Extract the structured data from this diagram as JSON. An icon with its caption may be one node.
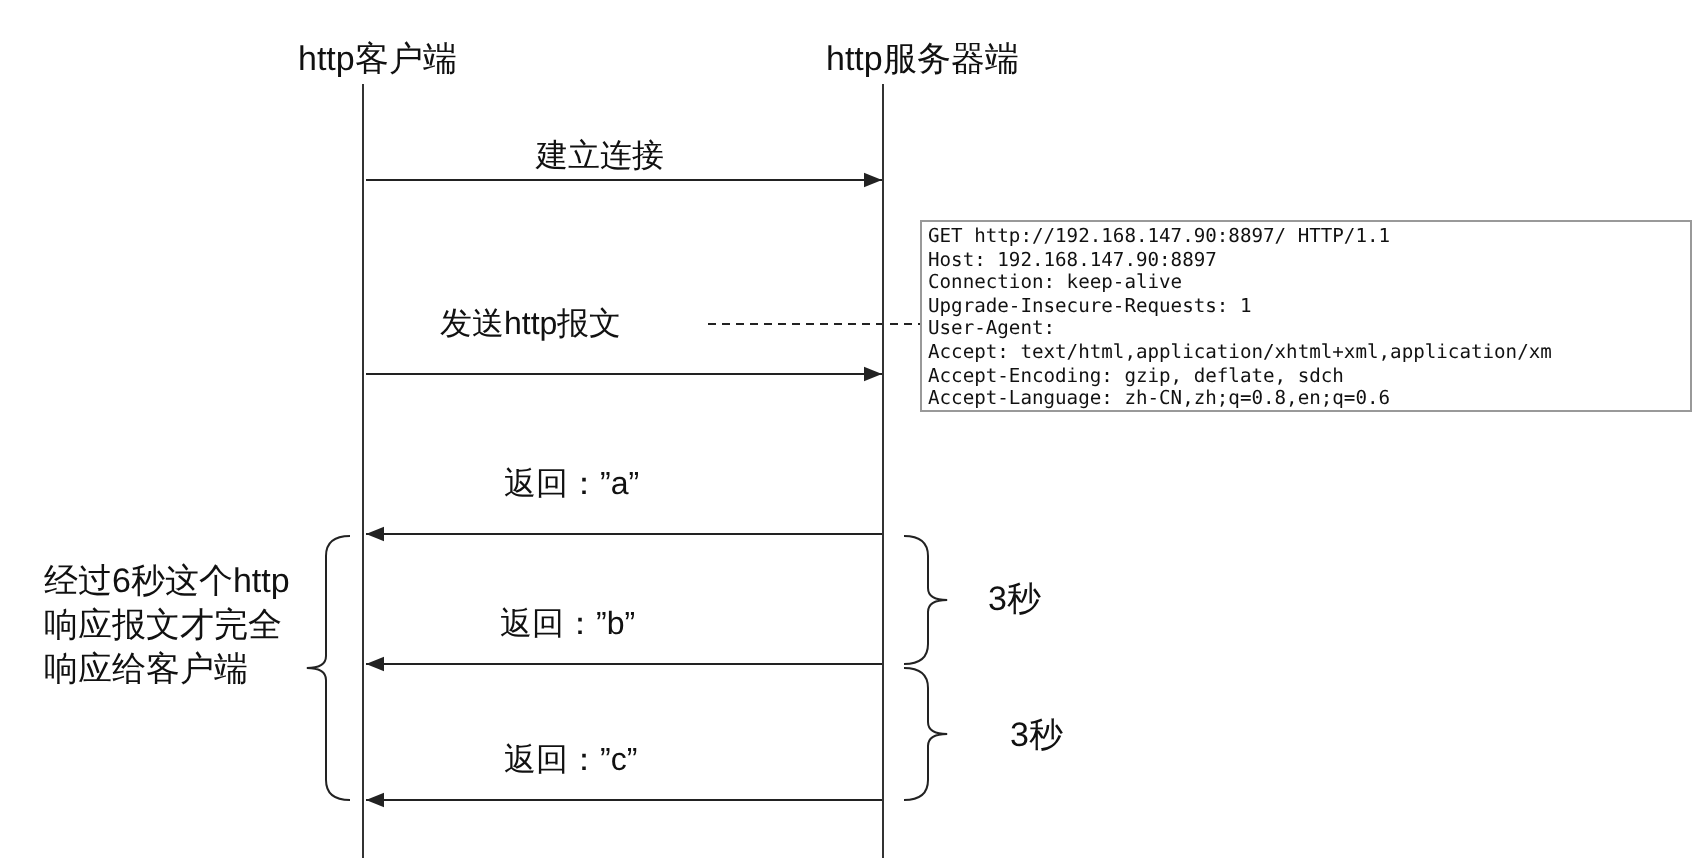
{
  "diagram": {
    "nodes": [
      {
        "text": [],
        "shape": "bar",
        "beside": [
          "http客户端"
        ]
      },
      {
        "text": [],
        "shape": "bar",
        "beside": [
          "http服务器端"
        ]
      },
      {
        "text": [
          "GET http://192.168.147.90:8897/ HTTP/1.1",
          "Host: 192.168.147.90:8897",
          "Connection: keep-alive",
          "Upgrade-Insecure-Requests: 1",
          "User-Agent:",
          "Accept: text/html,application/xhtml+xml,application/xm",
          "Accept-Encoding: gzip, deflate, sdch",
          "Accept-Language: zh-CN,zh;q=0.8,en;q=0.6"
        ]
      },
      {
        "text": [
          "发送http报文"
        ]
      }
    ],
    "edges": [
      {
        "from": 0,
        "to": 1,
        "arrow": "to",
        "label": "建立连接"
      },
      {
        "from": 0,
        "to": 1,
        "arrow": "to"
      },
      {
        "from": 3,
        "to": 2,
        "arrow": "none",
        "style": "dashed"
      },
      {
        "from": 1,
        "to": 0,
        "arrow": "to",
        "label": "返回：”a”"
      },
      {
        "from": 1,
        "to": 0,
        "arrow": "to",
        "label": "返回：”b”"
      },
      {
        "from": 1,
        "to": 0,
        "arrow": "to",
        "label": "返回：”c”"
      }
    ],
    "labels": [
      "3秒",
      "3秒",
      "经过6秒这个http响应报文才完全响应给客户端"
    ]
  }
}
